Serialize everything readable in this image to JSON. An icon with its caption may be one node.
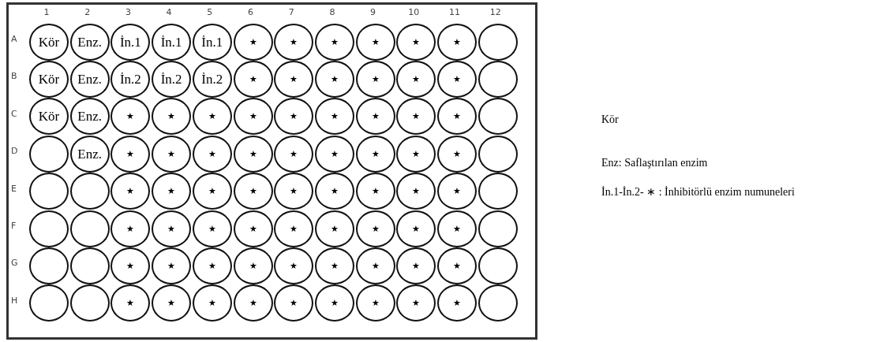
{
  "diagram": {
    "nodes": [
      {
        "text": [],
        "shape": "box"
      },
      {
        "text": [
          "Kör"
        ],
        "in": 0
      },
      {
        "text": [
          "Enz."
        ],
        "in": 0
      },
      {
        "text": [
          "İn.1"
        ],
        "in": 0
      },
      {
        "text": [
          "İn.1"
        ],
        "in": 0
      },
      {
        "text": [
          "İn.1"
        ],
        "in": 0
      },
      {
        "text": [
          "★"
        ],
        "in": 0
      },
      {
        "text": [
          "★"
        ],
        "in": 0
      },
      {
        "text": [
          "★"
        ],
        "in": 0
      },
      {
        "text": [
          "★"
        ],
        "in": 0
      },
      {
        "text": [
          "★"
        ],
        "in": 0
      },
      {
        "text": [
          "★"
        ],
        "in": 0
      },
      {
        "text": [],
        "shape": "circle",
        "in": 0
      },
      {
        "text": [
          "Kör"
        ],
        "in": 0
      },
      {
        "text": [
          "Enz."
        ],
        "in": 0
      },
      {
        "text": [
          "İn.2"
        ],
        "in": 0
      },
      {
        "text": [
          "İn.2"
        ],
        "in": 0
      },
      {
        "text": [
          "İn.2"
        ],
        "in": 0
      },
      {
        "text": [
          "★"
        ],
        "in": 0
      },
      {
        "text": [
          "★"
        ],
        "in": 0
      },
      {
        "text": [
          "★"
        ],
        "in": 0
      },
      {
        "text": [
          "★"
        ],
        "in": 0
      },
      {
        "text": [
          "★"
        ],
        "in": 0
      },
      {
        "text": [
          "★"
        ],
        "in": 0
      },
      {
        "text": [],
        "shape": "circle",
        "in": 0
      },
      {
        "text": [
          "Kör"
        ],
        "in": 0
      },
      {
        "text": [
          "Enz."
        ],
        "in": 0
      },
      {
        "text": [
          "★"
        ],
        "in": 0
      },
      {
        "text": [
          "★"
        ],
        "in": 0
      },
      {
        "text": [
          "★"
        ],
        "in": 0
      },
      {
        "text": [
          "★"
        ],
        "in": 0
      },
      {
        "text": [
          "★"
        ],
        "in": 0
      },
      {
        "text": [
          "★"
        ],
        "in": 0
      },
      {
        "text": [
          "★"
        ],
        "in": 0
      },
      {
        "text": [
          "★"
        ],
        "in": 0
      },
      {
        "text": [
          "★"
        ],
        "in": 0
      },
      {
        "text": [],
        "shape": "circle",
        "in": 0
      },
      {
        "text": [],
        "shape": "circle",
        "in": 0
      },
      {
        "text": [
          "Enz."
        ],
        "in": 0
      },
      {
        "text": [
          "★"
        ],
        "in": 0
      },
      {
        "text": [
          "★"
        ],
        "in": 0
      },
      {
        "text": [
          "★"
        ],
        "in": 0
      },
      {
        "text": [
          "★"
        ],
        "in": 0
      },
      {
        "text": [
          "★"
        ],
        "in": 0
      },
      {
        "text": [
          "★"
        ],
        "in": 0
      },
      {
        "text": [
          "★"
        ],
        "in": 0
      },
      {
        "text": [
          "★"
        ],
        "in": 0
      },
      {
        "text": [
          "★"
        ],
        "in": 0
      },
      {
        "text": [],
        "shape": "circle",
        "in": 0
      },
      {
        "text": [],
        "shape": "circle",
        "in": 0
      },
      {
        "text": [],
        "shape": "circle",
        "in": 0
      },
      {
        "text": [
          "★"
        ],
        "in": 0
      },
      {
        "text": [
          "★"
        ],
        "in": 0
      },
      {
        "text": [
          "★"
        ],
        "in": 0
      },
      {
        "text": [
          "★"
        ],
        "in": 0
      },
      {
        "text": [
          "★"
        ],
        "in": 0
      },
      {
        "text": [
          "★"
        ],
        "in": 0
      },
      {
        "text": [
          "★"
        ],
        "in": 0
      },
      {
        "text": [
          "★"
        ],
        "in": 0
      },
      {
        "text": [
          "★"
        ],
        "in": 0
      },
      {
        "text": [],
        "shape": "circle",
        "in": 0
      },
      {
        "text": [],
        "shape": "circle",
        "in": 0
      },
      {
        "text": [],
        "shape": "circle",
        "in": 0
      },
      {
        "text": [
          "★"
        ],
        "in": 0
      },
      {
        "text": [
          "★"
        ],
        "in": 0
      },
      {
        "text": [
          "★"
        ],
        "in": 0
      },
      {
        "text": [
          "★"
        ],
        "in": 0
      },
      {
        "text": [
          "★"
        ],
        "in": 0
      },
      {
        "text": [
          "★"
        ],
        "in": 0
      },
      {
        "text": [
          "★"
        ],
        "in": 0
      },
      {
        "text": [
          "★"
        ],
        "in": 0
      },
      {
        "text": [
          "★"
        ],
        "in": 0
      },
      {
        "text": [],
        "shape": "circle",
        "in": 0
      },
      {
        "text": [],
        "shape": "circle",
        "in": 0
      },
      {
        "text": [],
        "shape": "circle",
        "in": 0
      },
      {
        "text": [
          "★"
        ],
        "in": 0
      },
      {
        "text": [
          "★"
        ],
        "in": 0
      },
      {
        "text": [
          "★"
        ],
        "in": 0
      },
      {
        "text": [
          "★"
        ],
        "in": 0
      },
      {
        "text": [
          "★"
        ],
        "in": 0
      },
      {
        "text": [
          "★"
        ],
        "in": 0
      },
      {
        "text": [
          "★"
        ],
        "in": 0
      },
      {
        "text": [
          "★"
        ],
        "in": 0
      },
      {
        "text": [
          "★"
        ],
        "in": 0
      },
      {
        "text": [],
        "shape": "circle",
        "in": 0
      },
      {
        "text": [],
        "shape": "circle",
        "in": 0
      },
      {
        "text": [],
        "shape": "circle",
        "in": 0
      },
      {
        "text": [
          "★"
        ],
        "in": 0
      },
      {
        "text": [
          "★"
        ],
        "in": 0
      },
      {
        "text": [
          "★"
        ],
        "in": 0
      },
      {
        "text": [
          "★"
        ],
        "in": 0
      },
      {
        "text": [
          "★"
        ],
        "in": 0
      },
      {
        "text": [
          "★"
        ],
        "in": 0
      },
      {
        "text": [
          "★"
        ],
        "in": 0
      },
      {
        "text": [
          "★"
        ],
        "in": 0
      },
      {
        "text": [
          "★"
        ],
        "in": 0
      },
      {
        "text": [],
        "shape": "circle",
        "in": 0
      }
    ],
    "labels": [
      "1",
      "2",
      "3",
      "4",
      "5",
      "6",
      "7",
      "8",
      "9",
      "10",
      "11",
      "12",
      "A",
      "B",
      "C",
      "D",
      "E",
      "F",
      "G",
      "H",
      "Kör",
      "Enz: Saflaştırılan enzim",
      "İn.1-İn.2- ∗ : İnhibitörlü enzim numuneleri"
    ]
  }
}
